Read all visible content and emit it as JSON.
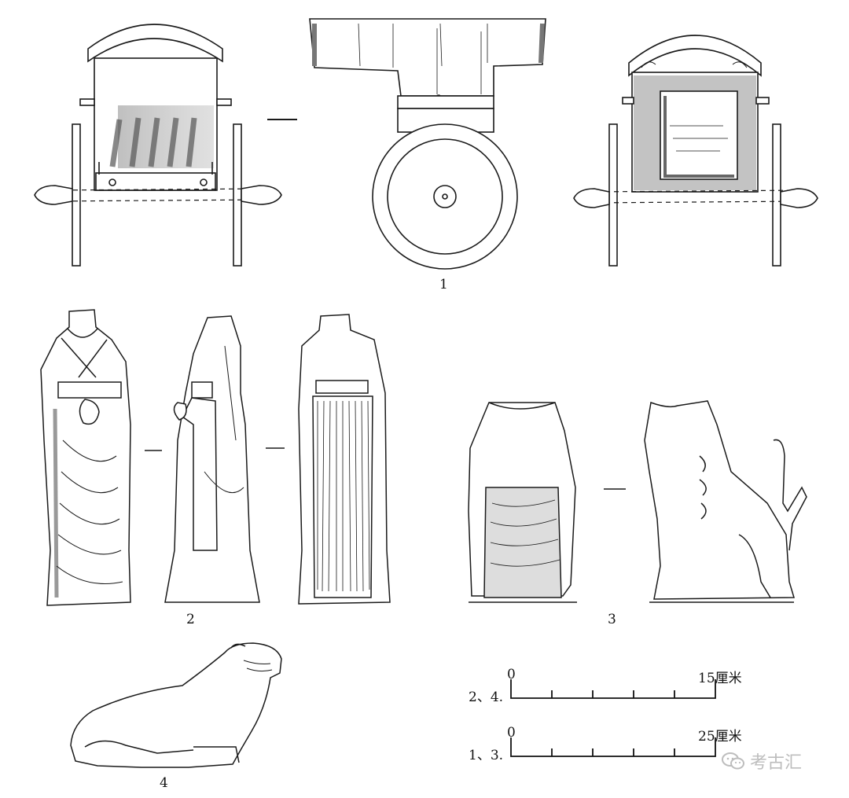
{
  "figures": [
    {
      "id": "1",
      "label": "1",
      "subject": "cart"
    },
    {
      "id": "2",
      "label": "2",
      "subject": "standing-figure"
    },
    {
      "id": "3",
      "label": "3",
      "subject": "seated-animal"
    },
    {
      "id": "4",
      "label": "4",
      "subject": "crouching-animal"
    }
  ],
  "scale_bars": [
    {
      "applies_to": "2、4.",
      "start": "0",
      "end": "15厘米",
      "divisions": 5
    },
    {
      "applies_to": "1、3.",
      "start": "0",
      "end": "25厘米",
      "divisions": 5
    }
  ],
  "watermark": {
    "text": "考古汇",
    "icon": "wechat-icon"
  },
  "colors": {
    "line": "#1a1a1a",
    "shade": "#8a8a8a",
    "watermark": "#bdbdbd"
  }
}
